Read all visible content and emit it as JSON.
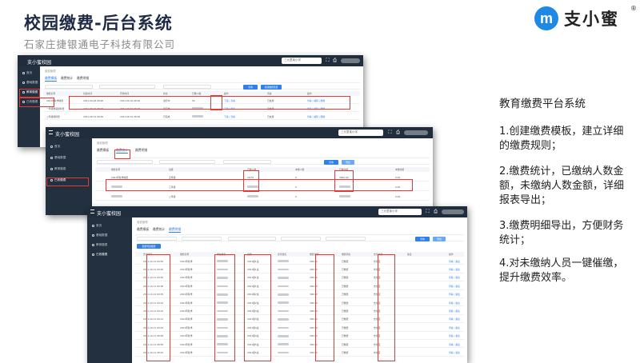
{
  "header": {
    "title": "校园缴费-后台系统",
    "subtitle": "石家庄捷银通电子科技有限公司"
  },
  "brand": {
    "logo_letter": "m",
    "name": "支小蜜",
    "reg_mark": "®"
  },
  "app": {
    "title": "支小蜜校园",
    "school_select_placeholder": "三元里某小学",
    "sidebar": [
      "首页",
      "基础数据",
      "教育缴费",
      "已收缴费"
    ]
  },
  "screen1": {
    "crumb": "缴费管理",
    "tabs": [
      "缴费模板",
      "缴费统计",
      "缴费明细"
    ],
    "buttons": [
      "查询",
      "新建缴费项目"
    ],
    "headers": [
      "缴费名称",
      "创建时间",
      "开始时间",
      "状态",
      "已缴人数",
      "操作",
      "查看",
      "操作"
    ],
    "rows": [
      [
        "2021年秋季收费",
        "2021-09-02 08:00",
        "2021-09-02 08:00",
        "进行中",
        "54",
        "下载 | 查看",
        "已启用",
        "查看 | 编辑 | 删除"
      ],
      [
        "一年级教辅资料费",
        "2021-09-01 08:00",
        "2021-09-01 08:00",
        "已完成",
        "",
        "下载 | 查看",
        "已启用",
        "查看 | 编辑 | 删除"
      ],
      [
        "二年级保险费",
        "2021-08-31 08:00",
        "2021-08-31 08:00",
        "已完成",
        "",
        "下载 | 查看",
        "已启用",
        "查看 | 编辑 | 删除"
      ]
    ]
  },
  "screen2": {
    "crumb": "缴费管理",
    "tabs": [
      "缴费模板",
      "缴费统计",
      "缴费明细"
    ],
    "buttons": [
      "查询",
      "导出"
    ],
    "headers": [
      "缴费名称",
      "班级",
      "已缴人数",
      "未缴人数",
      "已缴金额",
      "未缴金额"
    ],
    "rows": [
      [
        "2021年秋季收费",
        "五年级",
        "20/79",
        "0",
        "3000.00",
        "0.00"
      ],
      [
        "",
        "三年级",
        "",
        "0",
        "",
        "0.00"
      ],
      [
        "",
        "二年级",
        "",
        "0",
        "",
        "0.00"
      ]
    ]
  },
  "screen3": {
    "crumb": "缴费管理",
    "tabs": [
      "缴费模板",
      "缴费统计",
      "缴费明细"
    ],
    "buttons": [
      "查询",
      "导出",
      "批量导出缴费"
    ],
    "headers": [
      "支付时间",
      "缴费名称",
      "学生姓名",
      "班级",
      "家长姓名",
      "缴费金额",
      "缴费状态",
      "支付方式",
      "备注",
      "操作"
    ],
    "rows": [
      [
        "2021-10-11 09:50",
        "2021年秋季",
        "",
        "2021级1班",
        "",
        "200.00",
        "已缴费",
        "支付宝",
        "",
        "查看 | 备注"
      ],
      [
        "2021-10-11 09:45",
        "2021年秋季",
        "",
        "2021级1班",
        "",
        "200.00",
        "已缴费",
        "支付宝",
        "",
        "查看 | 备注"
      ],
      [
        "2021-10-11 09:40",
        "2021年秋季",
        "",
        "2021级1班",
        "",
        "200.00",
        "已缴费",
        "支付宝",
        "",
        "查看 | 备注"
      ],
      [
        "2021-10-11 09:38",
        "2021年秋季",
        "",
        "2021级1班",
        "",
        "300.00",
        "已缴费",
        "支付宝",
        "",
        "查看 | 备注"
      ],
      [
        "2021-10-11 09:30",
        "2021年秋季",
        "",
        "2021级2班",
        "",
        "300.00",
        "已缴费",
        "支付宝",
        "",
        "查看 | 备注"
      ],
      [
        "2021-10-11 09:22",
        "2021年秋季",
        "",
        "2021级2班",
        "",
        "300.00",
        "已缴费",
        "支付宝",
        "",
        "查看 | 备注"
      ],
      [
        "2021-10-11 09:15",
        "2021年秋季",
        "",
        "2021级3班",
        "",
        "300.00",
        "已缴费",
        "支付宝",
        "",
        "查看 | 备注"
      ],
      [
        "2021-10-11 09:11",
        "2021年秋季",
        "",
        "2021级3班",
        "",
        "300.00",
        "已缴费",
        "支付宝",
        "",
        "查看 | 备注"
      ],
      [
        "2021-10-11 09:03",
        "2021年秋季",
        "",
        "2021级4班",
        "",
        "300.00",
        "已缴费",
        "支付宝",
        "",
        "查看 | 备注"
      ],
      [
        "2021-10-11 08:58",
        "2021年秋季",
        "",
        "2021级4班",
        "",
        "300.00",
        "已缴费",
        "支付宝",
        "",
        "查看 | 备注"
      ],
      [
        "2021-10-11 08:50",
        "2021年秋季",
        "",
        "2021级5班",
        "",
        "300.00",
        "已缴费",
        "支付宝",
        "",
        "查看 | 备注"
      ],
      [
        "2021-10-11 08:42",
        "2021年秋季",
        "",
        "2021级5班",
        "",
        "300.00",
        "已缴费",
        "支付宝",
        "",
        "查看 | 备注"
      ]
    ]
  },
  "panel": {
    "title": "教育缴费平台系统",
    "items": [
      "1.创建缴费模板，建立详细的缴费规则；",
      "2.缴费统计，已缴纳人数金额，未缴纳人数金额，详细报表导出；",
      "3.缴费明细导出，方便财务统计；",
      "4.对未缴纳人员一键催缴，提升缴费效率。"
    ]
  },
  "colors": {
    "accent": "#2f80ed",
    "highlight": "#e53935",
    "topbar": "#1f2d3d",
    "brand": "#1e88e5"
  }
}
